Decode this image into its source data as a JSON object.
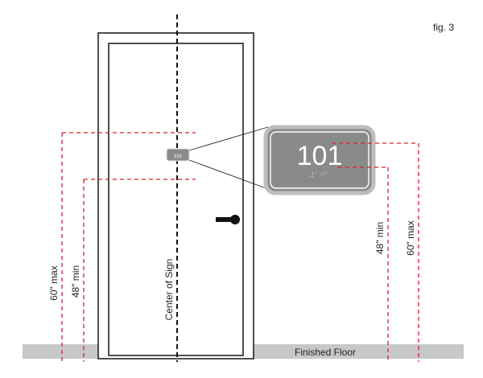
{
  "figure_label": "fig. 3",
  "sign": {
    "room_number": "101",
    "braille": "⠼⠁⠚⠁",
    "small_room_number": "101"
  },
  "labels": {
    "left_max": "60\" max",
    "left_min": "48\" min",
    "center": "Center of Sign",
    "right_min": "48\" min",
    "right_max": "60\" max",
    "floor": "Finished Floor"
  },
  "colors": {
    "guide_red": "#d6202f",
    "sign_gray": "#8a8a8a",
    "floor_gray": "#c8c8c8",
    "door_line": "#222222"
  }
}
